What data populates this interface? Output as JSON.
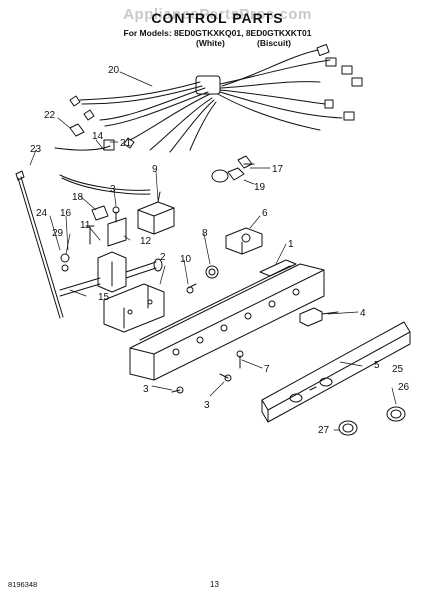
{
  "header": {
    "watermark": "AppliancePartsPros.com",
    "title": "CONTROL PARTS",
    "models_line": "For Models: 8ED0GTKXKQ01, 8ED0GTKXKT01",
    "variant_1": "(White)",
    "variant_2": "(Biscuit)"
  },
  "callouts": [
    "1",
    "2",
    "3",
    "3",
    "3",
    "4",
    "5",
    "6",
    "7",
    "8",
    "9",
    "10",
    "11",
    "12",
    "14",
    "15",
    "16",
    "17",
    "18",
    "19",
    "20",
    "21",
    "22",
    "23",
    "24",
    "25",
    "26",
    "27",
    "29"
  ],
  "footer": {
    "doc_number": "8196348",
    "page_number": "13"
  }
}
